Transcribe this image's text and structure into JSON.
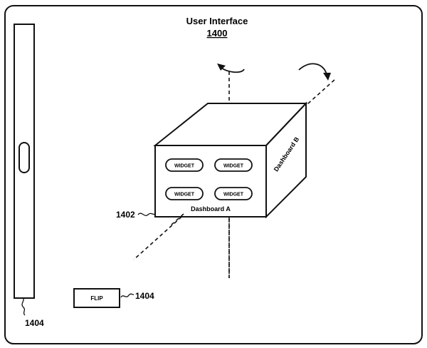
{
  "figure": {
    "title": "User Interface",
    "number": "1400"
  },
  "labels": {
    "cube_ref": "1402",
    "scrollbar_ref": "1404",
    "flip_ref": "1404"
  },
  "cube": {
    "front_face_label": "Dashboard A",
    "side_face_label": "Dashboard B",
    "widgets": [
      "WIDGET",
      "WIDGET",
      "WIDGET",
      "WIDGET"
    ]
  },
  "flip_button": {
    "label": "FLIP"
  }
}
